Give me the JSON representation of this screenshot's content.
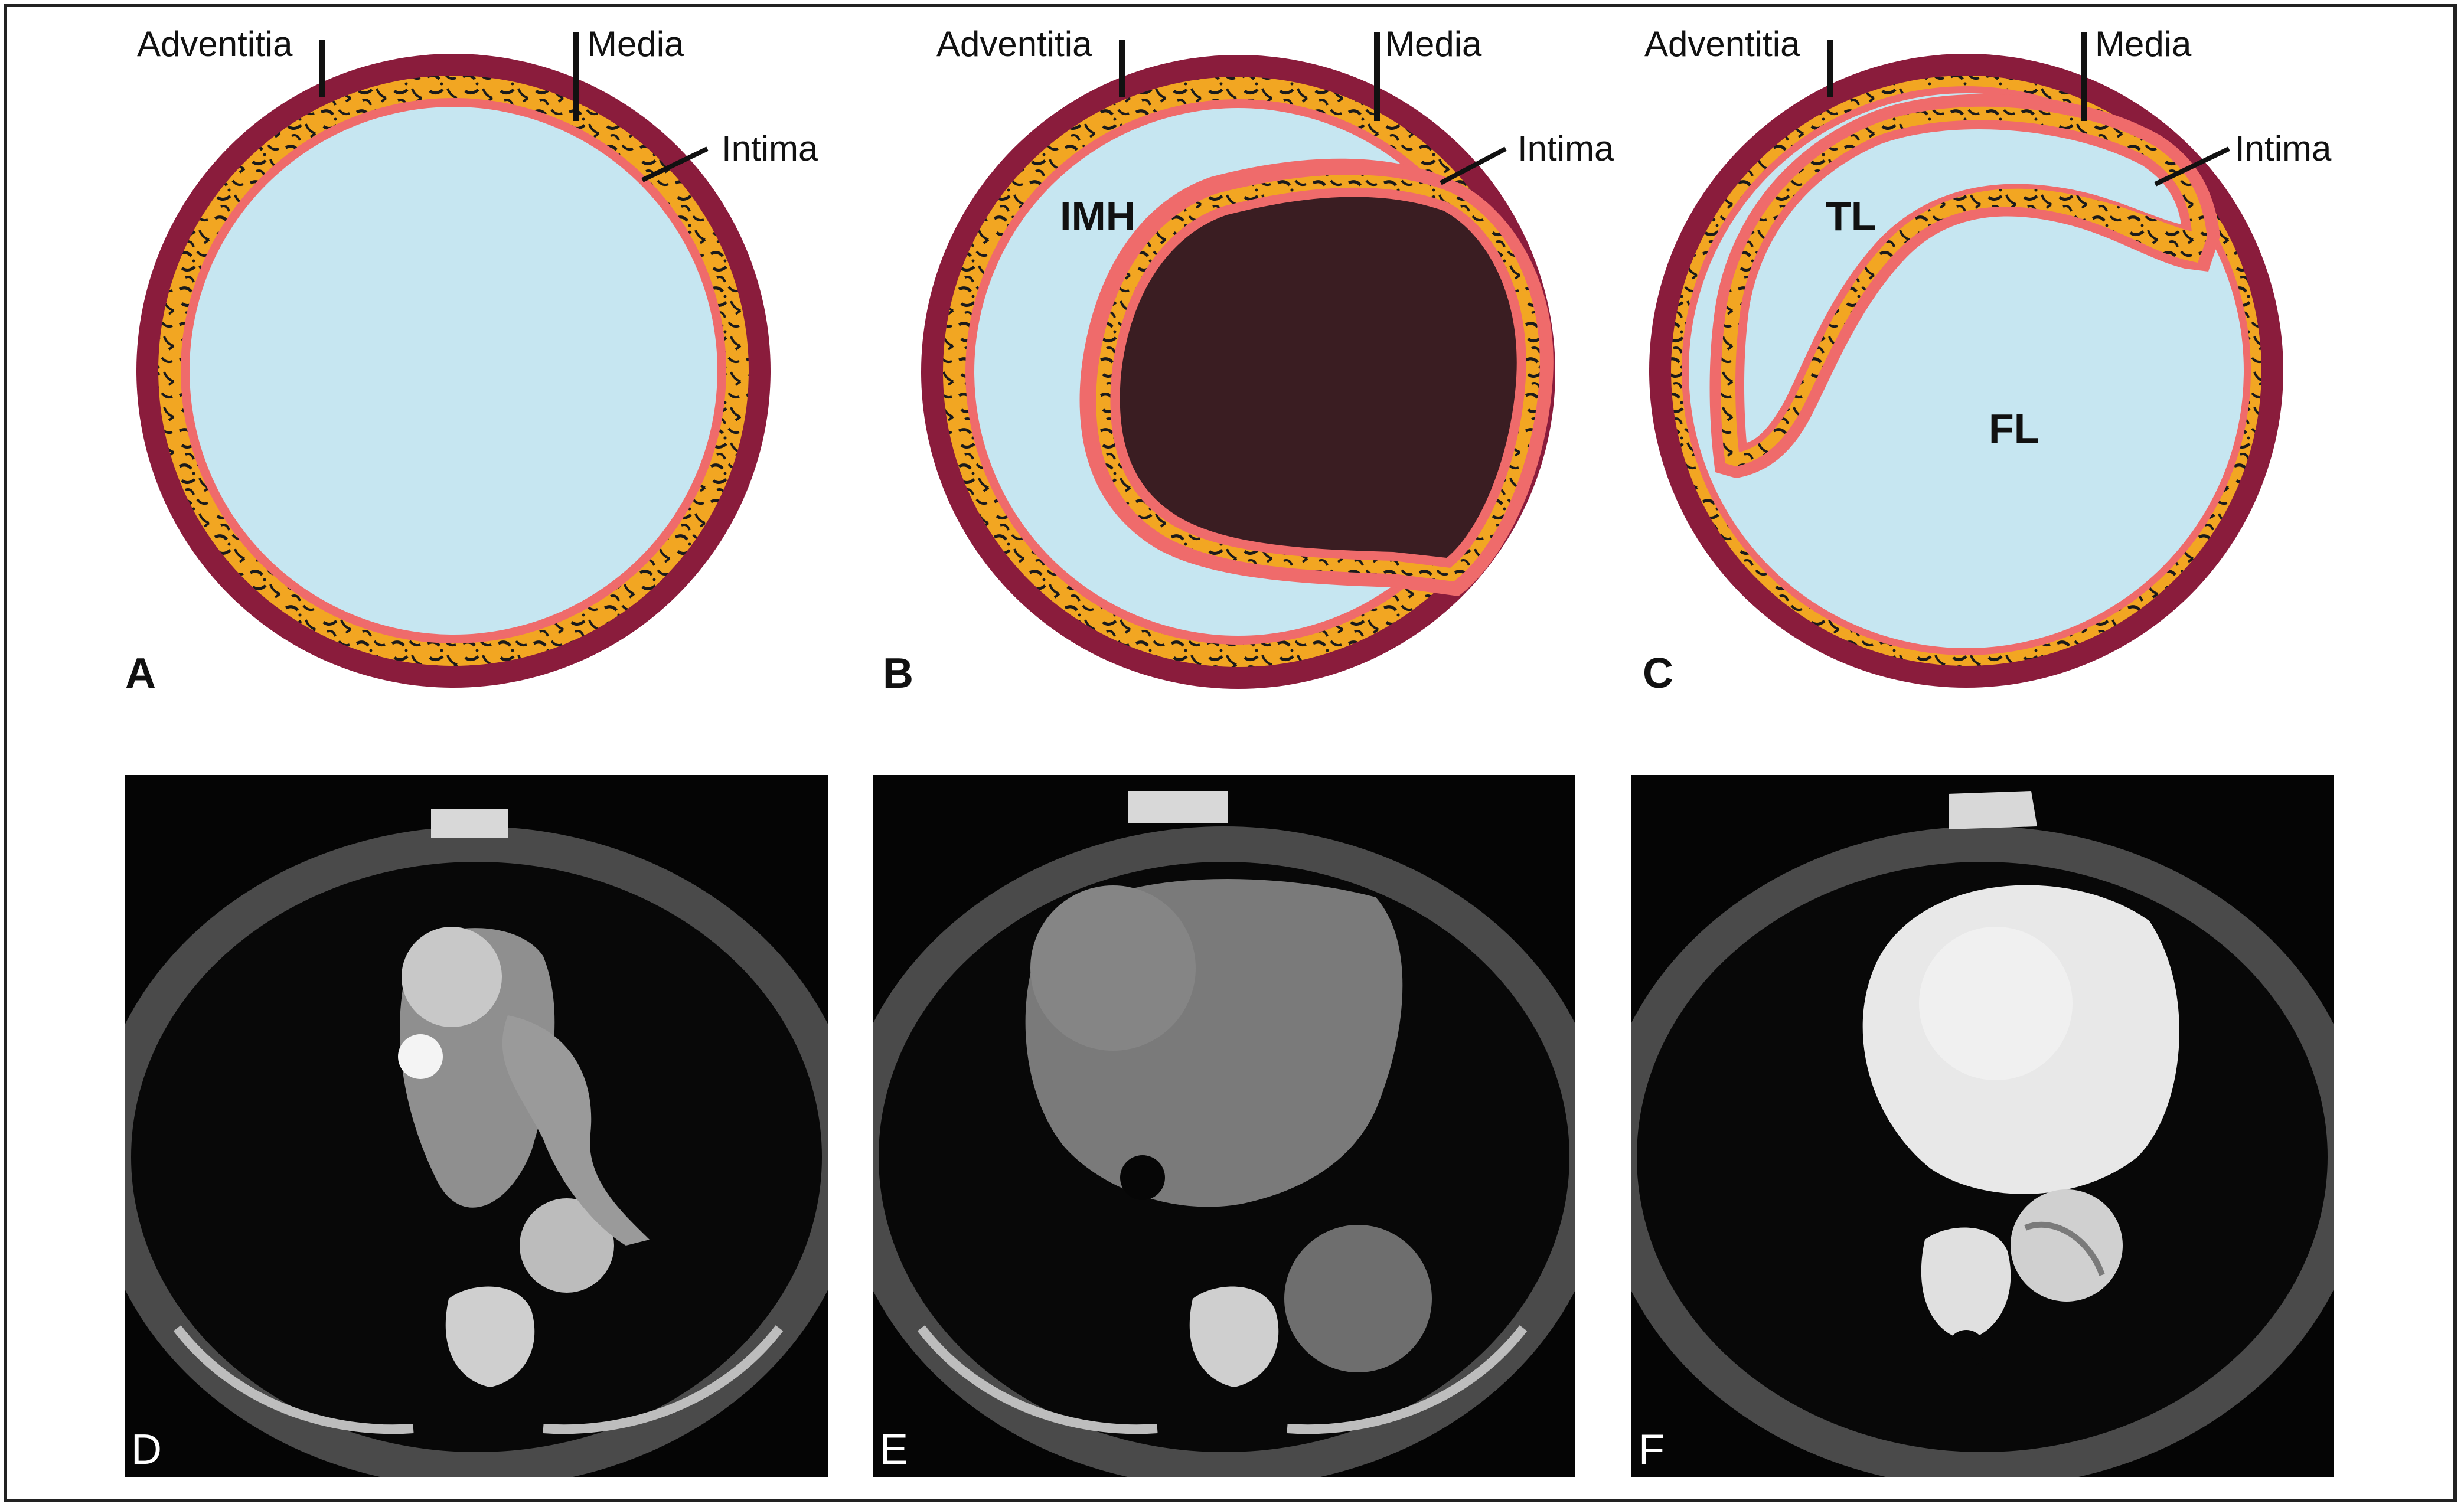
{
  "colors": {
    "adventitia": "#8a1c3c",
    "media": "#f2a622",
    "media_fibers": "#1b1b1b",
    "intima": "#ef6b6b",
    "lumen": "#c6e6f1",
    "thrombus": "#3a1d22",
    "ct_background": "#050505"
  },
  "panel_a": {
    "letter": "A",
    "adventitia_label": "Adventitia",
    "media_label": "Media",
    "intima_label": "Intima"
  },
  "panel_b": {
    "letter": "B",
    "adventitia_label": "Adventitia",
    "media_label": "Media",
    "intima_label": "Intima",
    "imh_label": "IMH"
  },
  "panel_c": {
    "letter": "C",
    "adventitia_label": "Adventitia",
    "media_label": "Media",
    "intima_label": "Intima",
    "true_lumen_label": "TL",
    "false_lumen_label": "FL"
  },
  "panel_d": {
    "letter": "D"
  },
  "panel_e": {
    "letter": "E"
  },
  "panel_f": {
    "letter": "F"
  }
}
